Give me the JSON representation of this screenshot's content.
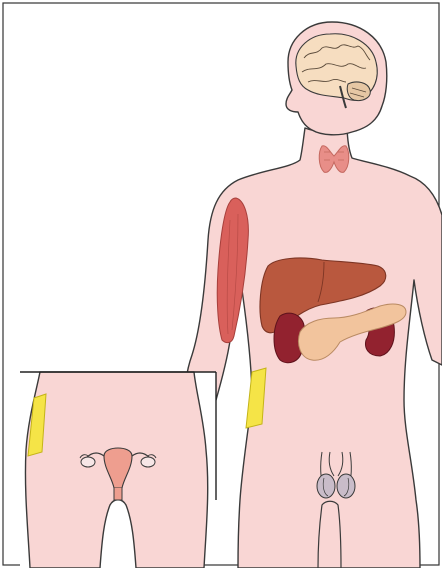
{
  "figure": {
    "description_visible_text": "",
    "colors": {
      "frame": "#333333",
      "skin": "#f9d6d4",
      "outline": "#3a3a3a",
      "brain": "#f6ddc0",
      "thyroid": "#e88e88",
      "muscle": "#d9605b",
      "liver": "#b9583e",
      "kidney": "#92222f",
      "pancreas": "#f2c49d",
      "fat_patch": "#f5e447",
      "uterus": "#ee9e8f",
      "testes": "#c9bcc9"
    },
    "parts": [
      {
        "name": "brain",
        "icon": "brain-icon"
      },
      {
        "name": "thyroid",
        "icon": "thyroid-icon"
      },
      {
        "name": "arm-muscle",
        "icon": "muscle-icon"
      },
      {
        "name": "liver",
        "icon": "liver-icon"
      },
      {
        "name": "kidneys",
        "icon": "kidney-icon"
      },
      {
        "name": "pancreas",
        "icon": "pancreas-icon"
      },
      {
        "name": "adipose-tissue",
        "icon": "fat-icon"
      },
      {
        "name": "uterus-ovaries",
        "icon": "uterus-icon"
      },
      {
        "name": "testes",
        "icon": "testes-icon"
      }
    ]
  }
}
